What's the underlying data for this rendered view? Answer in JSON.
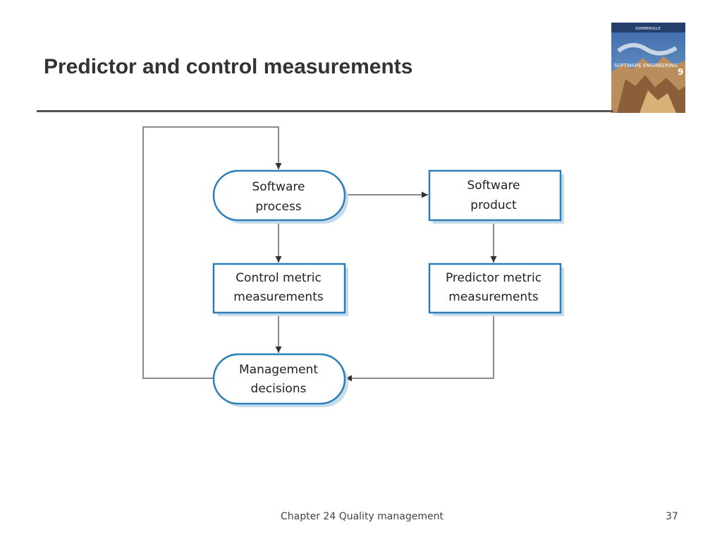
{
  "slide": {
    "title": "Predictor and control measurements",
    "footer": "Chapter 24 Quality management",
    "page_number": "37"
  },
  "book_cover": {
    "author": "SOMMERVILLE",
    "title": "SOFTWARE ENGINEERING",
    "edition": "9"
  },
  "diagram": {
    "nodes": {
      "software_process": [
        "Software",
        "process"
      ],
      "software_product": [
        "Software",
        "product"
      ],
      "control_metric": [
        "Control metric",
        "measurements"
      ],
      "predictor_metric": [
        "Predictor metric",
        "measurements"
      ],
      "management_decisions": [
        "Management",
        "decisions"
      ]
    },
    "colors": {
      "node_border": "#2a7fb8",
      "node_shadow": "#c7dceb",
      "connector": "#8a8a8a",
      "arrowhead": "#333333"
    }
  }
}
